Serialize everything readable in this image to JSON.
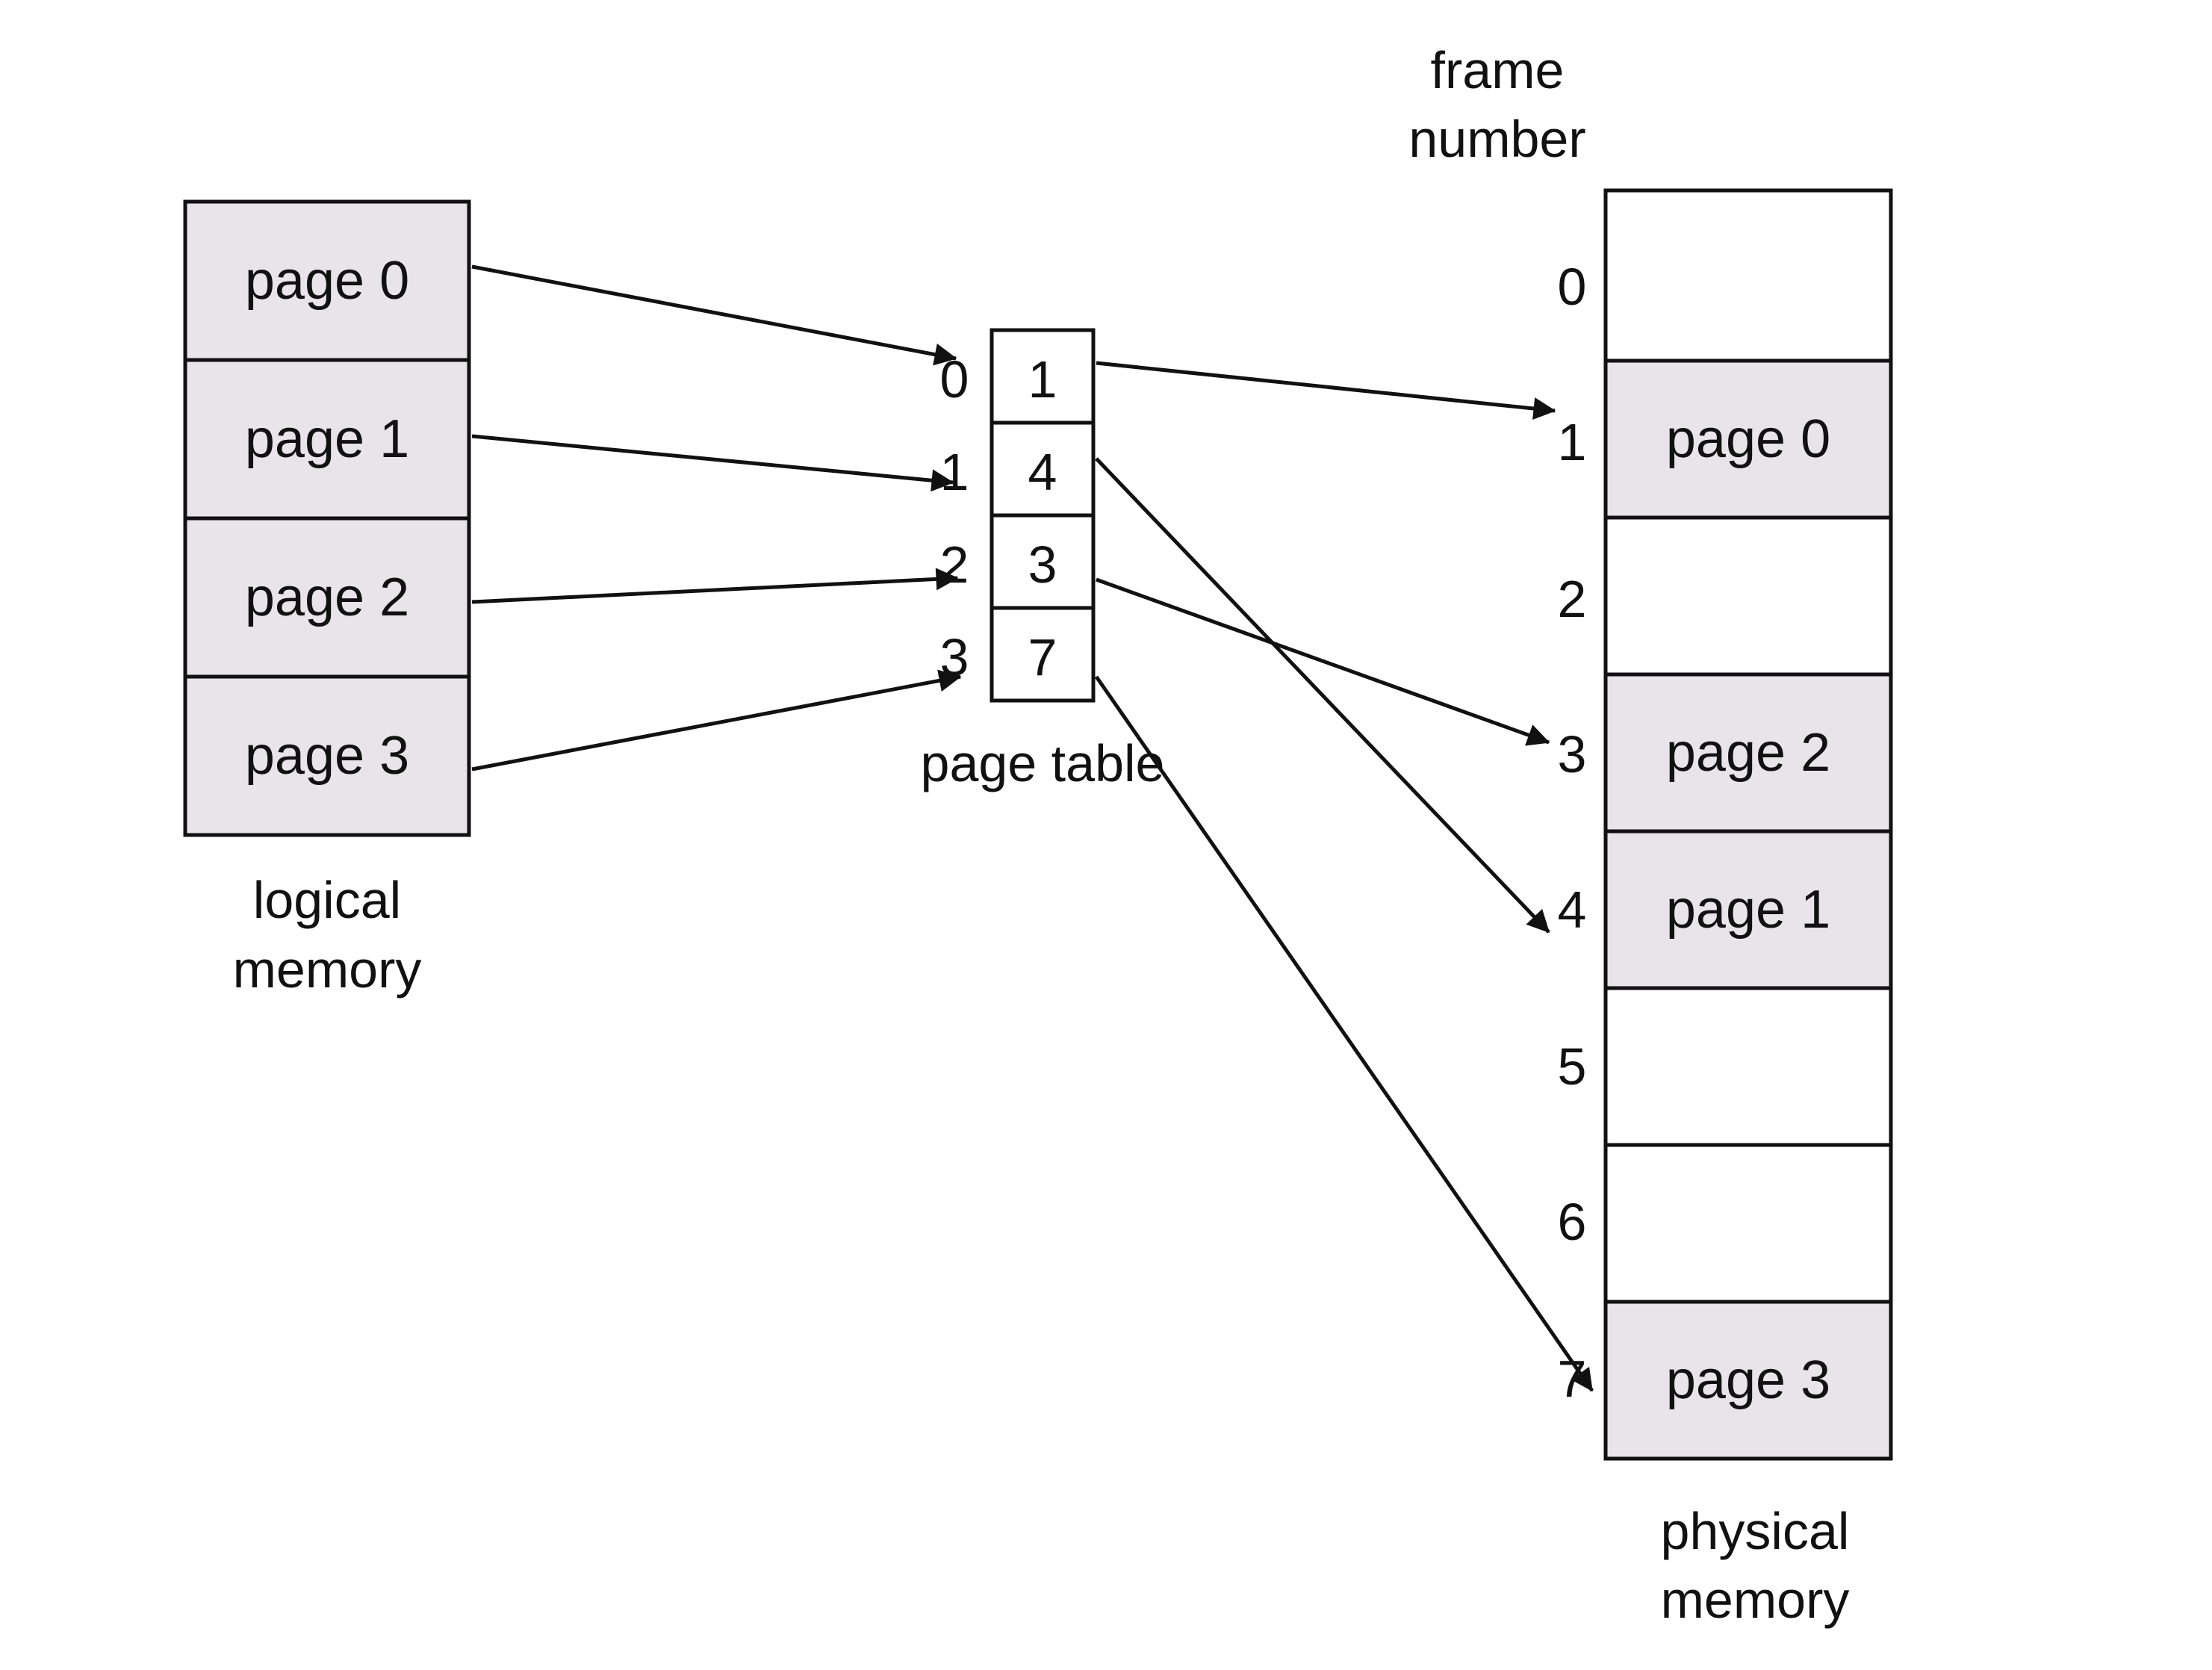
{
  "logical_memory": {
    "pages": [
      "page 0",
      "page 1",
      "page 2",
      "page 3"
    ],
    "caption_line1": "logical",
    "caption_line2": "memory"
  },
  "page_table": {
    "indices": [
      "0",
      "1",
      "2",
      "3"
    ],
    "entries": [
      "1",
      "4",
      "3",
      "7"
    ],
    "caption": "page table"
  },
  "physical_memory": {
    "header_line1": "frame",
    "header_line2": "number",
    "frame_numbers": [
      "0",
      "1",
      "2",
      "3",
      "4",
      "5",
      "6",
      "7"
    ],
    "frames": [
      "",
      "page 0",
      "",
      "page 2",
      "page 1",
      "",
      "",
      "page 3"
    ],
    "caption_line1": "physical",
    "caption_line2": "memory"
  },
  "mappings": [
    {
      "page": 0,
      "frame": 1
    },
    {
      "page": 1,
      "frame": 4
    },
    {
      "page": 2,
      "frame": 3
    },
    {
      "page": 3,
      "frame": 7
    }
  ],
  "colors": {
    "shaded_fill": "#e8e4ea",
    "stroke": "#111111",
    "background": "#ffffff"
  }
}
